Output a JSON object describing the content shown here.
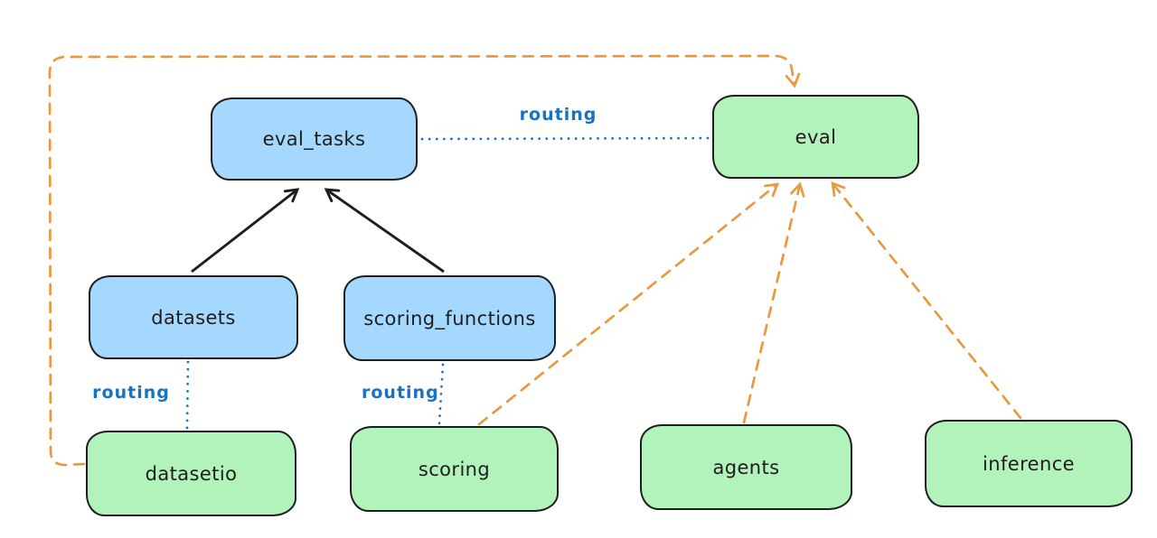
{
  "diagram": {
    "type": "flow-diagram",
    "colors": {
      "background": "#ffffff",
      "blue_fill": "#a5d8ff",
      "green_fill": "#b2f2bb",
      "stroke": "#1e1e1e",
      "routing_blue": "#1971c2",
      "orange": "#e8993f"
    },
    "nodes": [
      {
        "label": "eval_tasks",
        "color": "blue"
      },
      {
        "label": "eval",
        "color": "green"
      },
      {
        "label": "datasets",
        "color": "blue"
      },
      {
        "label": "scoring_functions",
        "color": "blue"
      },
      {
        "label": "datasetio",
        "color": "green"
      },
      {
        "label": "scoring",
        "color": "green"
      },
      {
        "label": "agents",
        "color": "green"
      },
      {
        "label": "inference",
        "color": "green"
      }
    ],
    "edge_labels": {
      "eval_tasks_to_eval": "routing",
      "datasets_to_datasetio": "routing",
      "scoring_functions_to_scoring": "routing"
    },
    "edges": [
      {
        "from": "datasets",
        "to": "eval_tasks",
        "style": "solid-black-arrow"
      },
      {
        "from": "scoring_functions",
        "to": "eval_tasks",
        "style": "solid-black-arrow"
      },
      {
        "from": "eval_tasks",
        "to": "eval",
        "style": "dotted-blue",
        "label": "routing"
      },
      {
        "from": "datasets",
        "to": "datasetio",
        "style": "dotted-blue",
        "label": "routing"
      },
      {
        "from": "scoring_functions",
        "to": "scoring",
        "style": "dotted-blue",
        "label": "routing"
      },
      {
        "from": "datasetio",
        "to": "eval",
        "style": "dashed-orange-arrow"
      },
      {
        "from": "scoring",
        "to": "eval",
        "style": "dashed-orange-arrow"
      },
      {
        "from": "agents",
        "to": "eval",
        "style": "dashed-orange-arrow"
      },
      {
        "from": "inference",
        "to": "eval",
        "style": "dashed-orange-arrow"
      }
    ]
  }
}
